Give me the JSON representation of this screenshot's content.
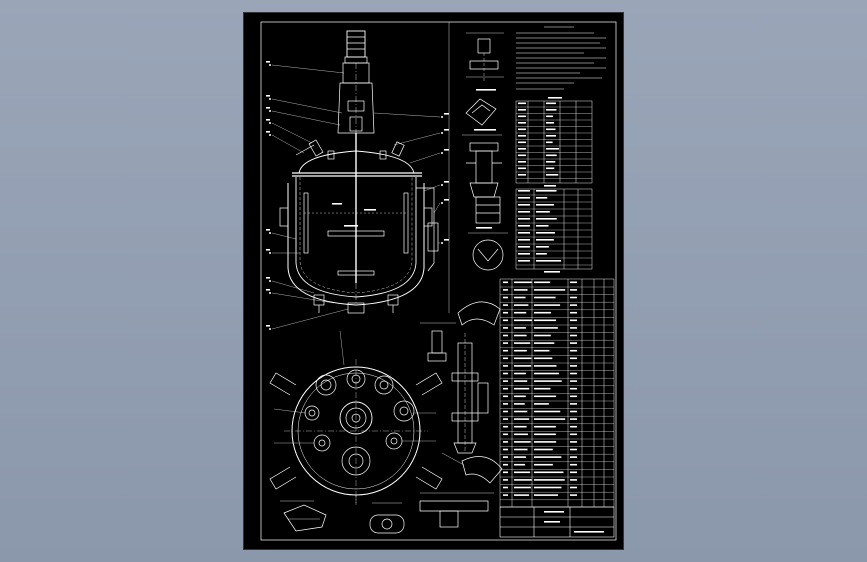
{
  "viewer": {
    "background_color": "#9aa5b8",
    "sheet_color": "#000000",
    "line_color": "#ffffff"
  },
  "drawing": {
    "views": [
      {
        "id": "front-section",
        "kind": "vertical section of jacketed reactor with agitator"
      },
      {
        "id": "top-view",
        "kind": "top plan view with nozzles and supports"
      },
      {
        "id": "detail-views",
        "kind": "enlarged nozzle and flange details"
      }
    ],
    "tables": [
      {
        "id": "technical-requirements",
        "kind": "text block"
      },
      {
        "id": "nozzle-table",
        "kind": "table"
      },
      {
        "id": "design-data-table",
        "kind": "table"
      },
      {
        "id": "parts-list",
        "kind": "table"
      },
      {
        "id": "title-block",
        "kind": "table"
      }
    ]
  }
}
